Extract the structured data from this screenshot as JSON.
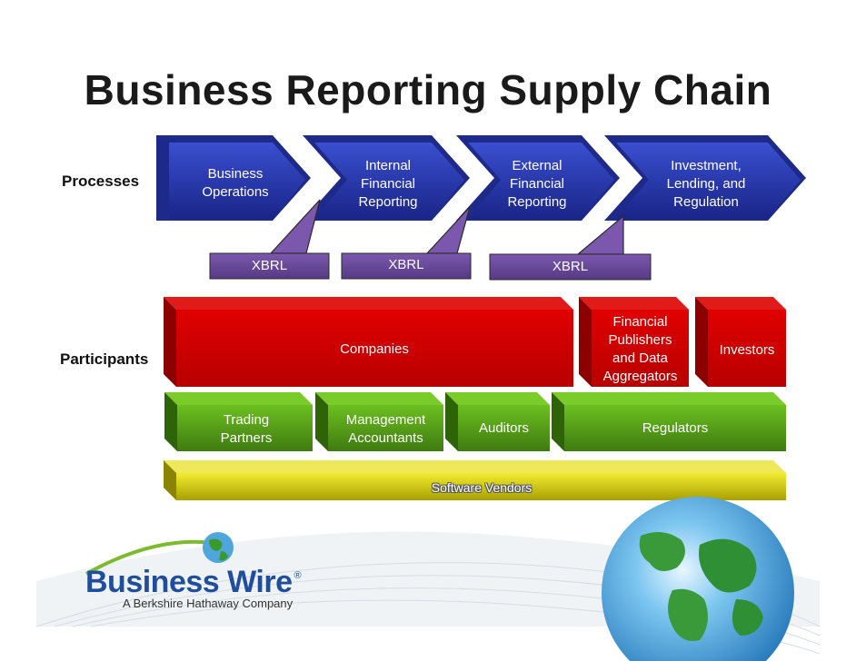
{
  "title": "Business Reporting Supply Chain",
  "row_labels": {
    "processes": "Processes",
    "participants": "Participants"
  },
  "processes": [
    {
      "label": "Business\nOperations"
    },
    {
      "label": "Internal\nFinancial\nReporting"
    },
    {
      "label": "External\nFinancial\nReporting"
    },
    {
      "label": "Investment,\nLending, and\nRegulation"
    }
  ],
  "xbrl": [
    "XBRL",
    "XBRL",
    "XBRL"
  ],
  "participants": {
    "companies": "Companies",
    "publishers": "Financial\nPublishers\nand Data\nAggregators",
    "investors": "Investors",
    "trading_partners": "Trading\nPartners",
    "management_accountants": "Management\nAccountants",
    "auditors": "Auditors",
    "regulators": "Regulators",
    "software_vendors": "Software Vendors"
  },
  "logo": {
    "name": "Business Wire",
    "registered": "®",
    "tagline": "A Berkshire Hathaway Company"
  },
  "colors": {
    "process_blue": "#2a3aa8",
    "xbrl_purple": "#6a4a98",
    "red": "#cc0000",
    "green": "#5aa01c",
    "yellow": "#d8d010",
    "logo_blue": "#1f4e9c"
  }
}
